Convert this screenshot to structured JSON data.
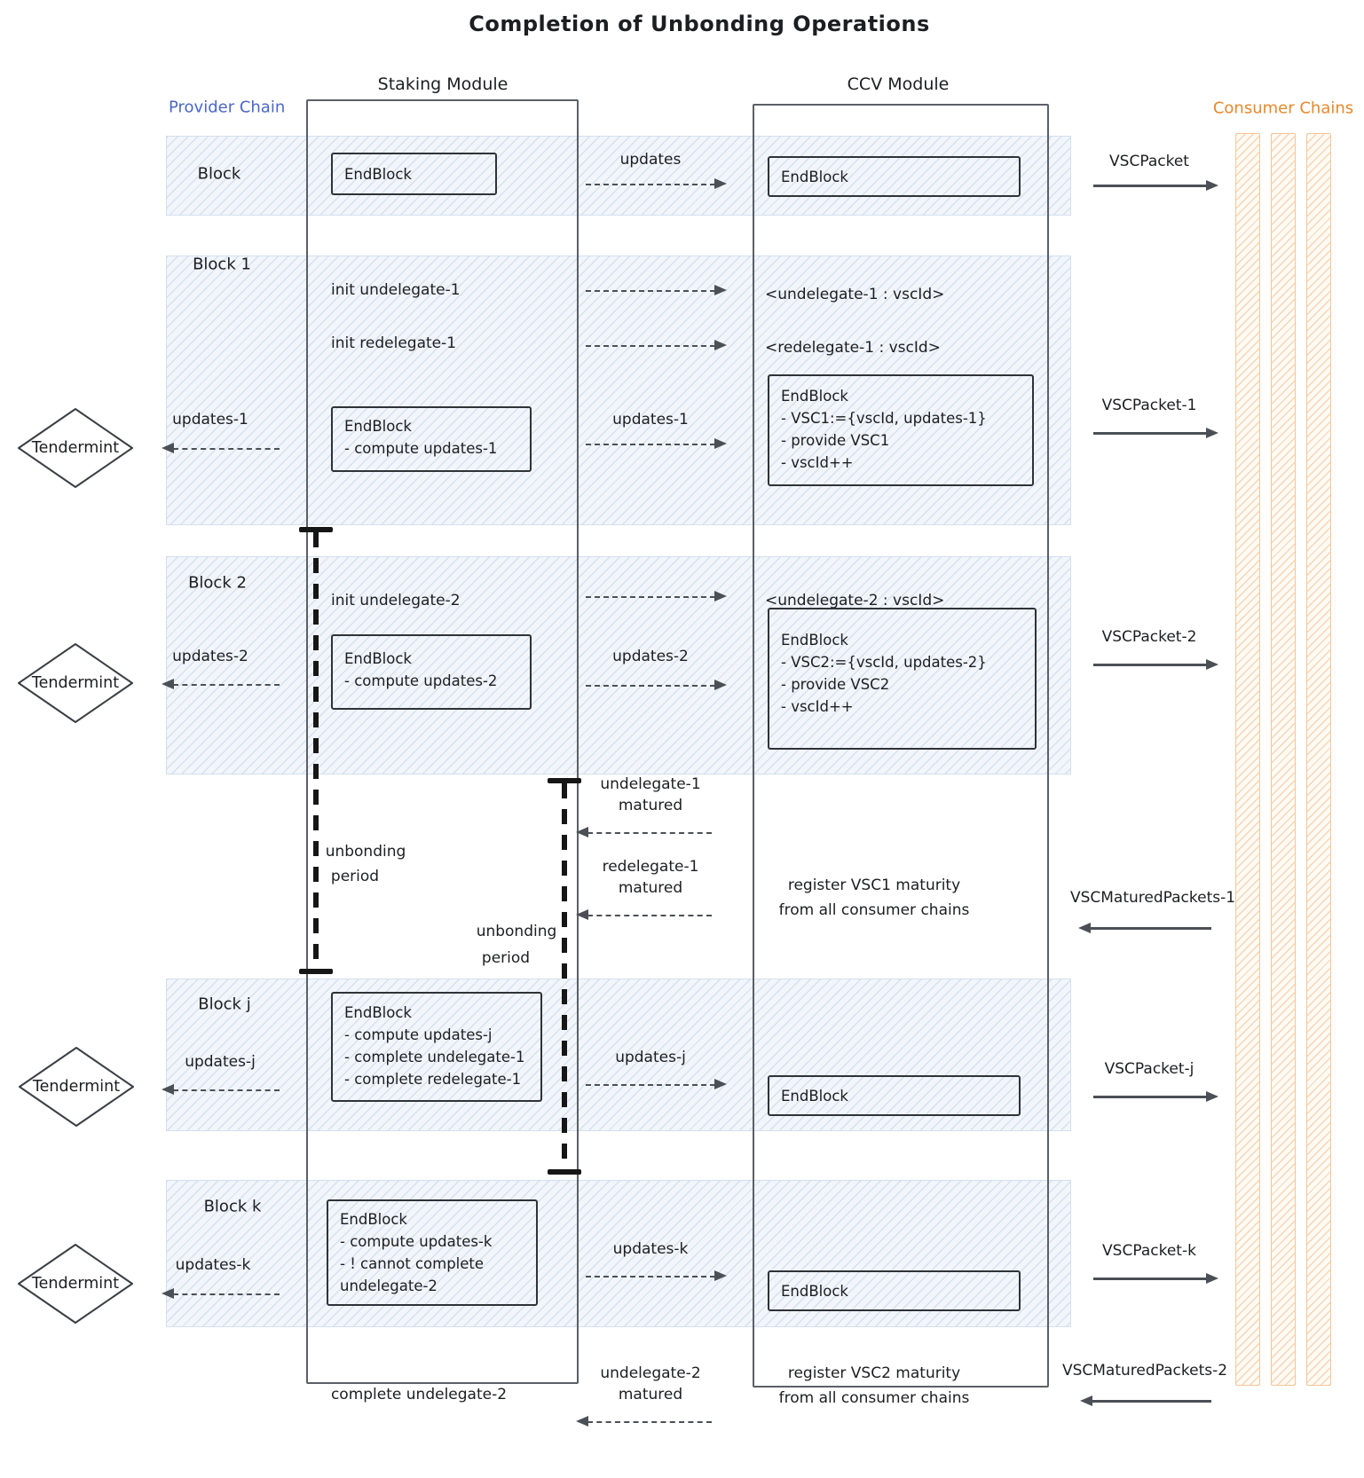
{
  "title": "Completion of Unbonding Operations",
  "headers": {
    "staking": "Staking Module",
    "ccv": "CCV Module",
    "provider": "Provider Chain",
    "consumer": "Consumer Chains"
  },
  "tendermint": "Tendermint",
  "colors": {
    "provider_blue": "#4a66c9",
    "consumer_orange": "#e8872b",
    "band_blue": "#f2f6fb",
    "ink": "#1c1e21",
    "arrow_gray": "#4b5056"
  },
  "block0": {
    "label": "Block",
    "staking_box": "EndBlock",
    "updates": "updates",
    "ccv_box": "EndBlock",
    "packet": "VSCPacket"
  },
  "block1": {
    "label": "Block 1",
    "init_undelegate": "init undelegate-1",
    "undelegate_entry": "<undelegate-1 : vscId>",
    "init_redelegate": "init redelegate-1",
    "redelegate_entry": "<redelegate-1 : vscId>",
    "updates_left": "updates-1",
    "staking_box": [
      "EndBlock",
      "- compute updates-1"
    ],
    "updates_mid": "updates-1",
    "ccv_box": [
      "EndBlock",
      "- VSC1:={vscId, updates-1}",
      "- provide VSC1",
      "- vscId++"
    ],
    "packet": "VSCPacket-1"
  },
  "block2": {
    "label": "Block 2",
    "init_undelegate": "init undelegate-2",
    "undelegate_entry": "<undelegate-2 : vscId>",
    "updates_left": "updates-2",
    "staking_box": [
      "EndBlock",
      "- compute updates-2"
    ],
    "updates_mid": "updates-2",
    "ccv_box": [
      "EndBlock",
      "- VSC2:={vscId, updates-2}",
      "- provide VSC2",
      "- vscId++"
    ],
    "packet": "VSCPacket-2"
  },
  "maturity1": {
    "unbonding_a": [
      "unbonding",
      "period"
    ],
    "unbonding_b": [
      "unbonding",
      "period"
    ],
    "undelegate_matured": [
      "undelegate-1",
      "matured"
    ],
    "redelegate_matured": [
      "redelegate-1",
      "matured"
    ],
    "register": [
      "register VSC1 maturity",
      "from all consumer chains"
    ],
    "packet": "VSCMaturedPackets-1"
  },
  "blockj": {
    "label": "Block j",
    "updates_left": "updates-j",
    "staking_box": [
      "EndBlock",
      "- compute updates-j",
      "- complete undelegate-1",
      "- complete redelegate-1"
    ],
    "updates_mid": "updates-j",
    "ccv_box": "EndBlock",
    "packet": "VSCPacket-j"
  },
  "blockk": {
    "label": "Block k",
    "updates_left": "updates-k",
    "staking_box": [
      "EndBlock",
      "- compute updates-k",
      "- ! cannot complete",
      "undelegate-2"
    ],
    "updates_mid": "updates-k",
    "ccv_box": "EndBlock",
    "packet": "VSCPacket-k"
  },
  "maturity2": {
    "complete": "complete undelegate-2",
    "undelegate_matured": [
      "undelegate-2",
      "matured"
    ],
    "register": [
      "register VSC2 maturity",
      "from all consumer chains"
    ],
    "packet": "VSCMaturedPackets-2"
  }
}
